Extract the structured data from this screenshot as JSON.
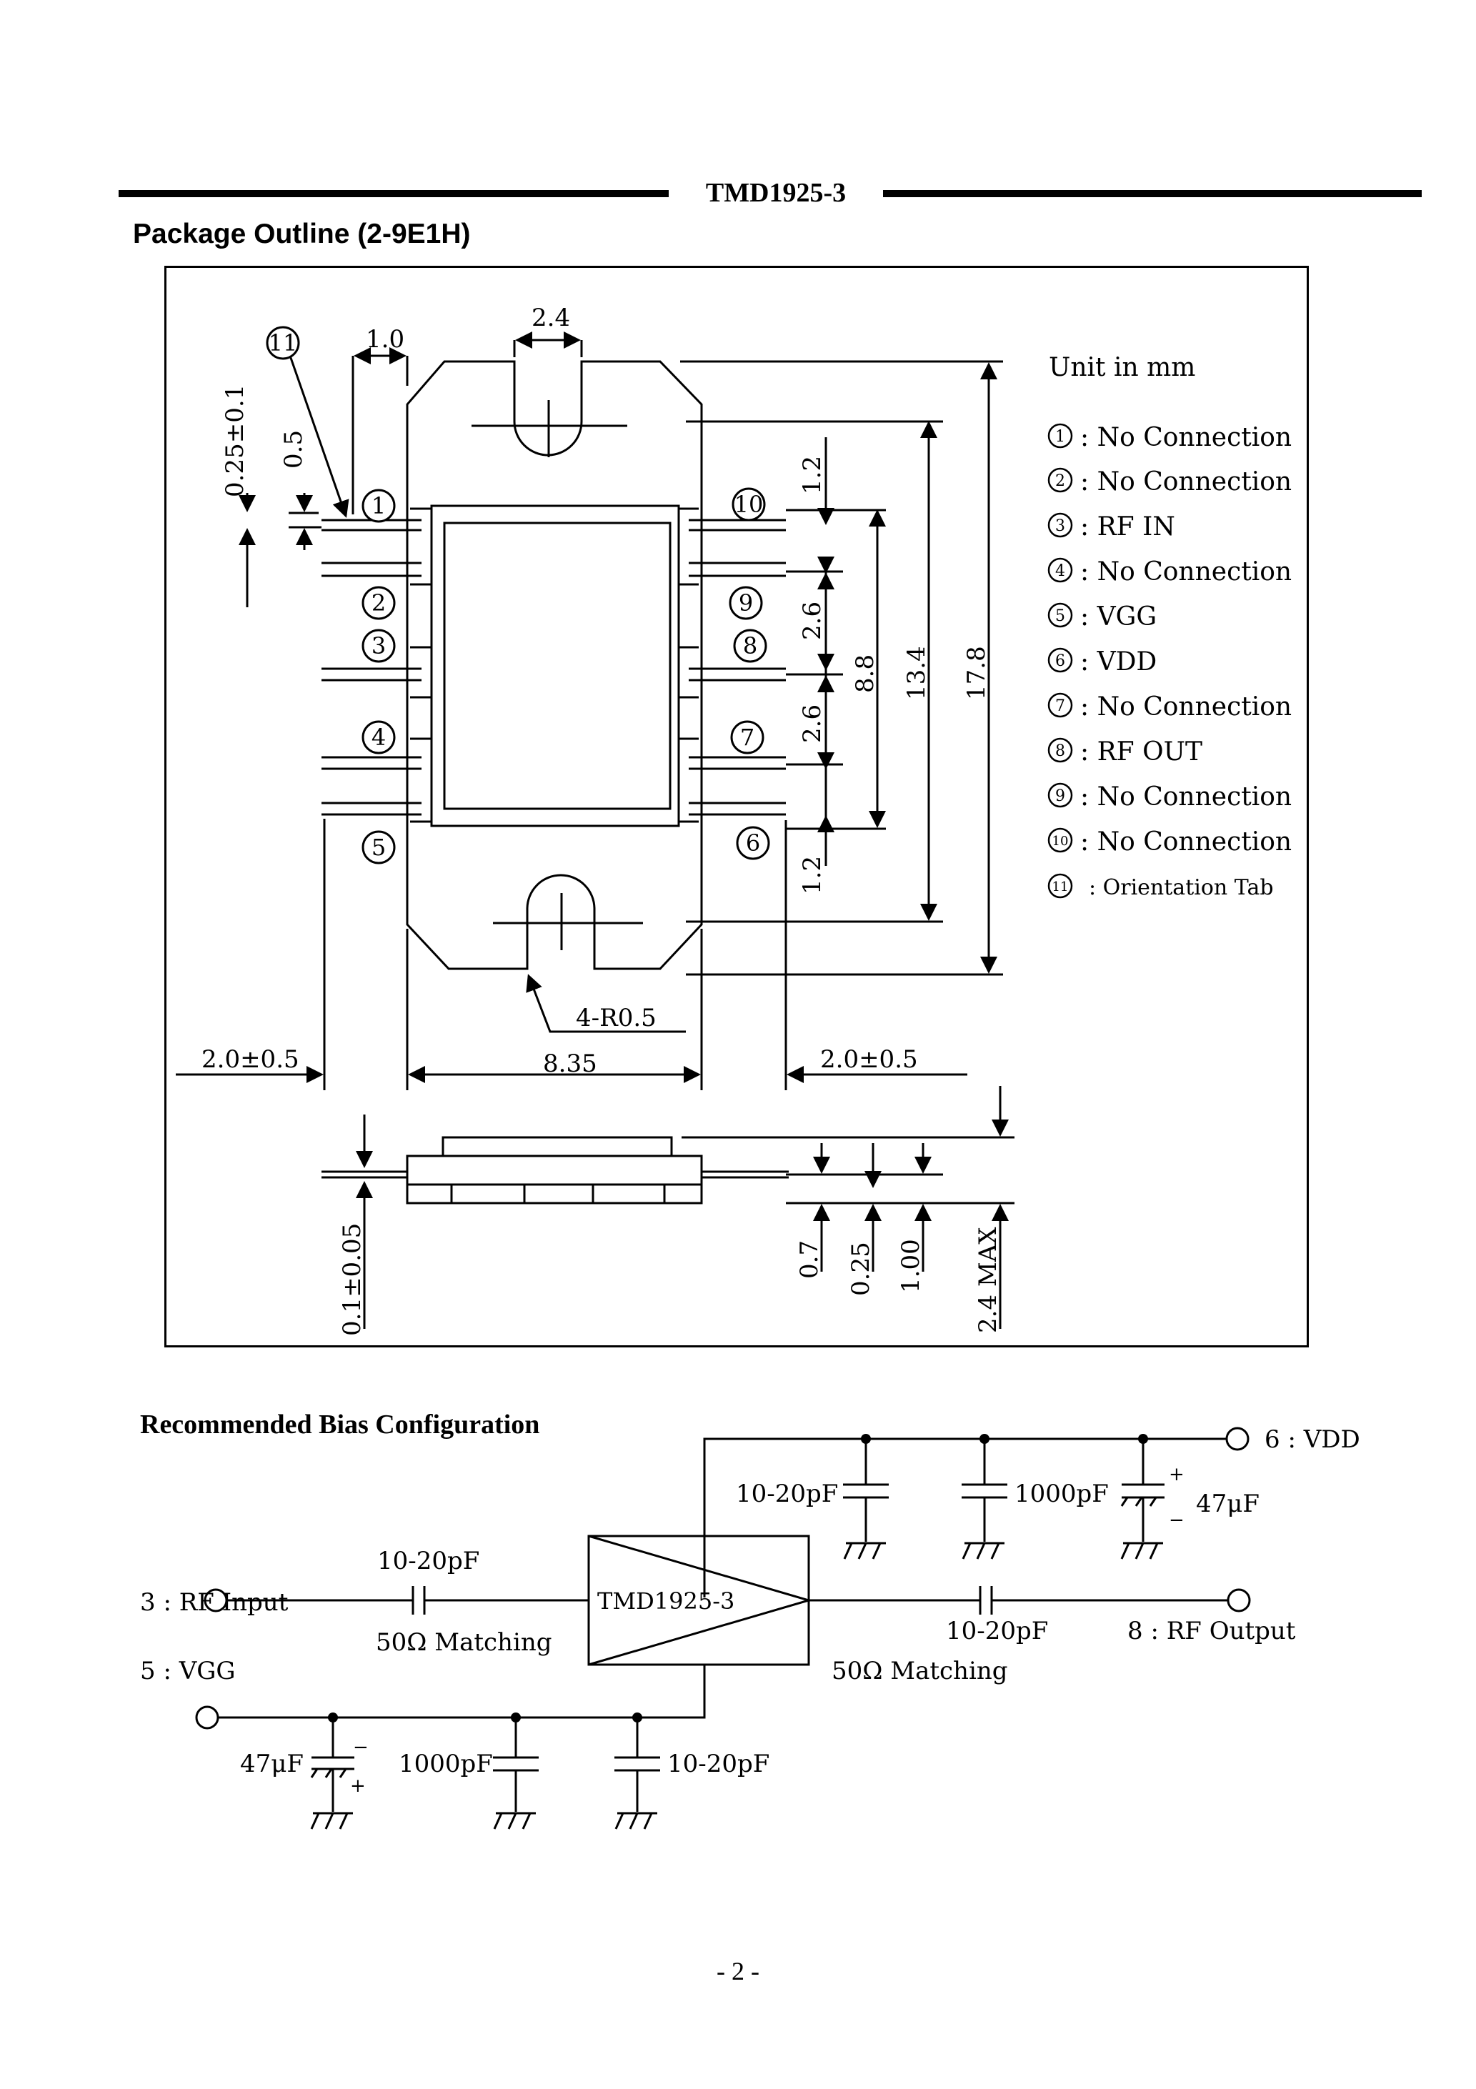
{
  "header": {
    "title": "TMD1925-3"
  },
  "package_outline": {
    "heading": "Package Outline (2-9E1H)",
    "unit_note": "Unit in mm",
    "pins": [
      {
        "num": "1",
        "label": ": No Connection"
      },
      {
        "num": "2",
        "label": ": No Connection"
      },
      {
        "num": "3",
        "label": ": RF IN"
      },
      {
        "num": "4",
        "label": ": No Connection"
      },
      {
        "num": "5",
        "label": ": VGG"
      },
      {
        "num": "6",
        "label": ": VDD"
      },
      {
        "num": "7",
        "label": ": No Connection"
      },
      {
        "num": "8",
        "label": ": RF OUT"
      },
      {
        "num": "9",
        "label": ": No Connection"
      },
      {
        "num": "10",
        "label": ": No Connection"
      },
      {
        "num": "11",
        "label": ": Orientation Tab"
      }
    ],
    "dimensions": {
      "tab_width": "2.4",
      "lead_offset": "1.0",
      "lead_thickness": "0.25±0.1",
      "lead_width": "0.5",
      "pitch_top": "1.2",
      "pitch_a": "2.6",
      "pitch_b": "2.6",
      "pitch_bottom": "1.2",
      "lead_span": "8.8",
      "body_length": "13.4",
      "overall_length": "17.8",
      "radius": "4-R0.5",
      "lead_length_left": "2.0±0.5",
      "body_width": "8.35",
      "lead_length_right": "2.0±0.5",
      "standoff": "0.1±0.05",
      "d_07": "0.7",
      "d_025": "0.25",
      "d_100": "1.00",
      "max_height": "2.4 MAX"
    }
  },
  "bias": {
    "heading": "Recommended Bias Configuration",
    "device": "TMD1925-3",
    "vdd": "6 : VDD",
    "rf_input": "3 : RF Input",
    "vgg": "5 : VGG",
    "rf_output": "8 : RF Output",
    "in_cap": "10-20pF",
    "in_match": "50Ω Matching",
    "out_cap": "10-20pF",
    "out_match": "50Ω Matching",
    "vdd_caps": [
      "10-20pF",
      "1000pF",
      "47μF"
    ],
    "vgg_caps": [
      "47μF",
      "1000pF",
      "10-20pF"
    ],
    "plus": "+",
    "minus": "−"
  },
  "footer": {
    "page_number": "- 2 -"
  }
}
